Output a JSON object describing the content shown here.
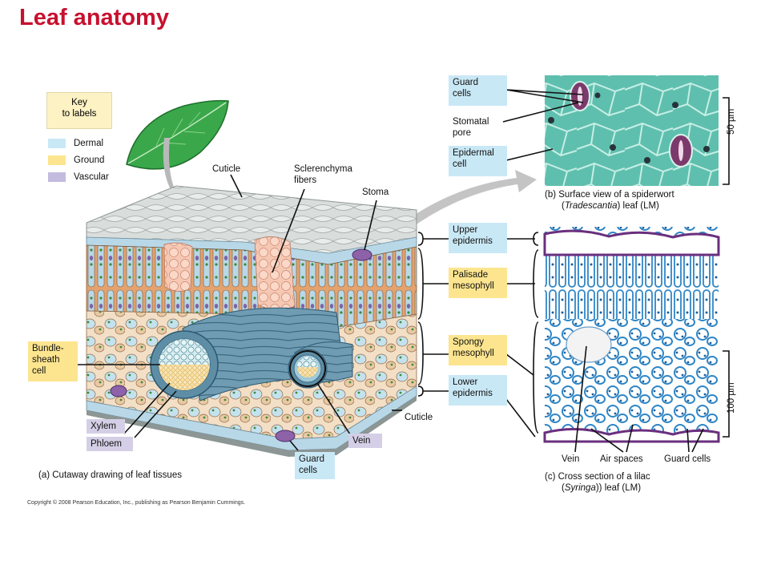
{
  "title": "Leaf anatomy",
  "key": {
    "heading_line1": "Key",
    "heading_line2": "to labels",
    "items": [
      {
        "label": "Dermal",
        "color": "#c9e8f6"
      },
      {
        "label": "Ground",
        "color": "#fde58f"
      },
      {
        "label": "Vascular",
        "color": "#c3bcdf"
      }
    ]
  },
  "cutaway_labels": {
    "cuticle_top": "Cuticle",
    "sclerenchyma_1": "Sclerenchyma",
    "sclerenchyma_2": "fibers",
    "stoma": "Stoma",
    "bundle_sheath_1": "Bundle-",
    "bundle_sheath_2": "sheath",
    "bundle_sheath_3": "cell",
    "xylem": "Xylem",
    "phloem": "Phloem",
    "cuticle_bottom": "Cuticle",
    "vein": "Vein",
    "guard_cells_1": "Guard",
    "guard_cells_2": "cells",
    "caption": "(a) Cutaway drawing of leaf tissues"
  },
  "middle_labels": {
    "guard_cells_1": "Guard",
    "guard_cells_2": "cells",
    "stomatal_pore_1": "Stomatal",
    "stomatal_pore_2": "pore",
    "epidermal_cell_1": "Epidermal",
    "epidermal_cell_2": "cell",
    "upper_epidermis_1": "Upper",
    "upper_epidermis_2": "epidermis",
    "palisade_1": "Palisade",
    "palisade_2": "mesophyll",
    "spongy_1": "Spongy",
    "spongy_2": "mesophyll",
    "lower_epidermis_1": "Lower",
    "lower_epidermis_2": "epidermis"
  },
  "micrograph_b": {
    "caption_1": "(b) Surface view of a spiderwort",
    "caption_2_pre": "(",
    "caption_2_italic": "Tradescantia",
    "caption_2_post": ") leaf (LM)",
    "scale": "50 µm"
  },
  "micrograph_c": {
    "vein": "Vein",
    "air_spaces": "Air spaces",
    "guard_cells": "Guard cells",
    "caption_1": "(c) Cross section of a lilac",
    "caption_2_pre": "(",
    "caption_2_italic": "Syringa",
    "caption_2_post": ")) leaf (LM)",
    "scale": "100 µm"
  },
  "copyright": "Copyright © 2008 Pearson Education, Inc., publishing as Pearson Benjamin Cummings."
}
